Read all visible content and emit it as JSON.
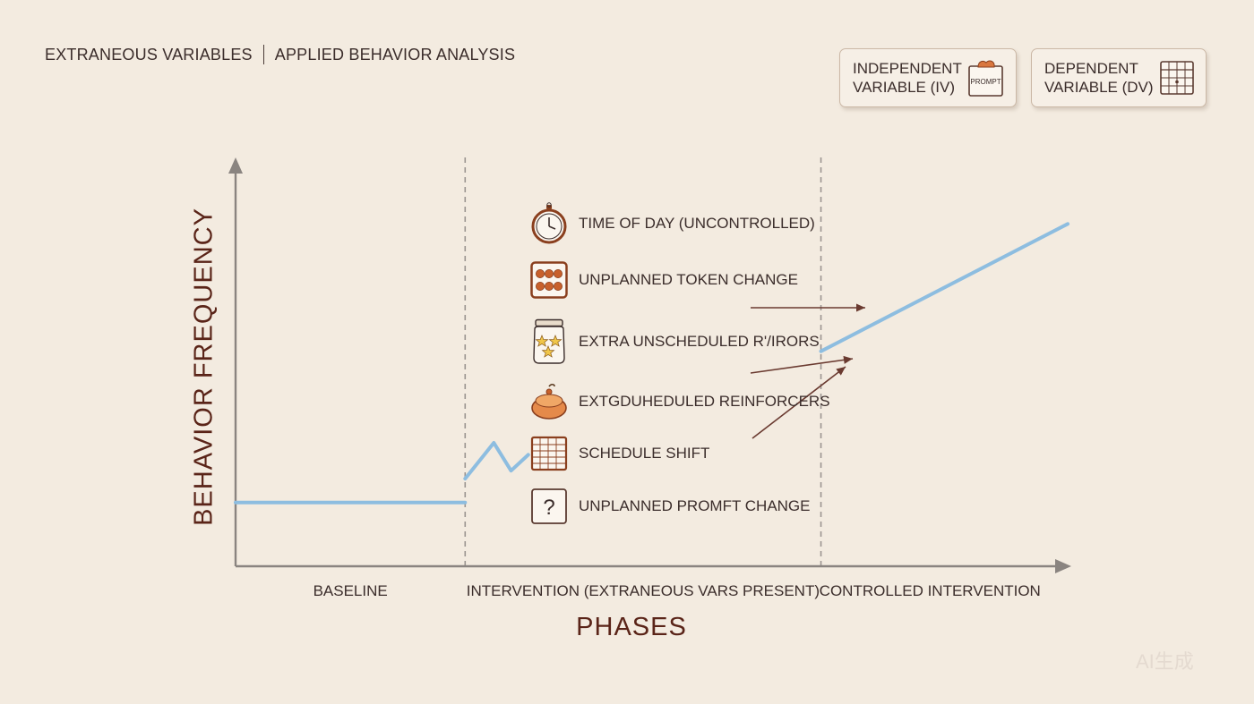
{
  "header": {
    "left": "EXTRANEOUS VARIABLES",
    "right": "APPLIED BEHAVIOR ANALYSIS"
  },
  "legend": {
    "iv": {
      "line1": "INDEPENDENT",
      "line2": "VARIABLE (IV)",
      "icon": "clipboard-prompt-icon",
      "icon_text": "PROMPT"
    },
    "dv": {
      "line1": "DEPENDENT",
      "line2": "VARIABLE (DV)",
      "icon": "data-sheet-icon"
    }
  },
  "chart_data": {
    "type": "line",
    "ylabel": "BEHAVIOR FREQUENCY",
    "xlabel": "PHASES",
    "ylim": [
      0,
      10
    ],
    "xlim": [
      0,
      14
    ],
    "phases": [
      {
        "label": "BASELINE",
        "start": 0,
        "end": 4
      },
      {
        "label": "INTERVENTION (EXTRANEOUS VARS PRESENT)",
        "start": 4,
        "end": 10.2
      },
      {
        "label": "CONTROLLED INTERVENTION",
        "start": 10.2,
        "end": 14
      }
    ],
    "series": [
      {
        "segments": [
          [
            [
              0,
              1.6
            ],
            [
              4,
              1.6
            ]
          ],
          [
            [
              4,
              2.2
            ],
            [
              4.5,
              3.1
            ],
            [
              4.8,
              2.4
            ],
            [
              5.1,
              2.8
            ]
          ],
          [
            [
              10.2,
              5.4
            ],
            [
              14.5,
              8.6
            ]
          ]
        ]
      }
    ],
    "line_color": "#8dbde0",
    "axis_color": "#8a8480"
  },
  "extraneous_variables": [
    {
      "label": "TIME OF DAY (UNCONTROLLED)",
      "icon": "stopwatch-icon"
    },
    {
      "label": "UNPLANNED TOKEN CHANGE",
      "icon": "token-board-icon"
    },
    {
      "label": "EXTRA UNSCHEDULED R'/IRORS",
      "icon": "star-jar-icon"
    },
    {
      "label": "EXTGDUHEDULED REINFORCERS",
      "icon": "treat-icon"
    },
    {
      "label": "SCHEDULE SHIFT",
      "icon": "schedule-grid-icon"
    },
    {
      "label": "UNPLANNED PROMFT CHANGE",
      "icon": "question-card-icon",
      "icon_text": "?"
    }
  ],
  "watermark": "AI生成"
}
